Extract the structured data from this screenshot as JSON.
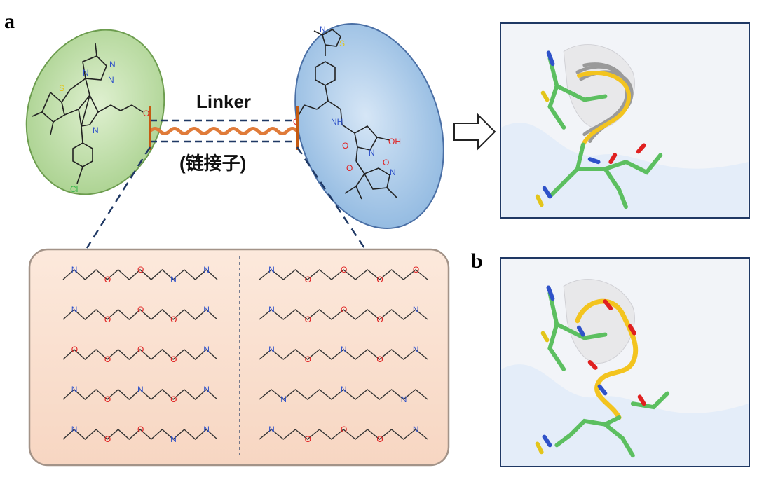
{
  "panels": {
    "a": "a",
    "b": "b"
  },
  "linker": {
    "label_en": "Linker",
    "label_zh": "(链接子)"
  },
  "ligands": {
    "left_atoms": [
      "N",
      "N",
      "N",
      "S",
      "N",
      "O",
      "Cl"
    ],
    "right_atoms": [
      "N",
      "S",
      "O",
      "NH",
      "O",
      "N",
      "OH",
      "O",
      "N",
      "O"
    ]
  },
  "library": {
    "left_column": [
      {
        "atoms": [
          "N",
          "O",
          "O",
          "N",
          "N"
        ]
      },
      {
        "atoms": [
          "N",
          "O",
          "O",
          "O",
          "N"
        ]
      },
      {
        "atoms": [
          "O",
          "O",
          "O",
          "O",
          "N"
        ]
      },
      {
        "atoms": [
          "N",
          "O",
          "N",
          "O",
          "N"
        ]
      },
      {
        "atoms": [
          "N",
          "O",
          "O",
          "N",
          "N"
        ]
      }
    ],
    "right_column": [
      {
        "atoms": [
          "N",
          "O",
          "O",
          "O",
          "O"
        ]
      },
      {
        "atoms": [
          "N",
          "O",
          "O",
          "O",
          "N"
        ]
      },
      {
        "atoms": [
          "N",
          "O",
          "N",
          "O",
          "N"
        ]
      },
      {
        "atoms": [
          "N",
          "N",
          "N"
        ]
      },
      {
        "atoms": [
          "N",
          "O",
          "O",
          "O",
          "N"
        ]
      }
    ]
  },
  "colors": {
    "left_ellipse": "#a9d18e",
    "right_ellipse": "#9dc3e6",
    "linker_wave": "#e07b39",
    "linker_post": "#c55a11",
    "dashed": "#1f3864",
    "library_box_fill": "#fbe5d6",
    "nitrogen": "#2f52c9",
    "oxygen": "#e02020",
    "sulfur": "#e3c51b",
    "chlorine": "#39b54a",
    "carbon_green": "#5cbf60",
    "linker_yellow": "#f3c41f"
  }
}
